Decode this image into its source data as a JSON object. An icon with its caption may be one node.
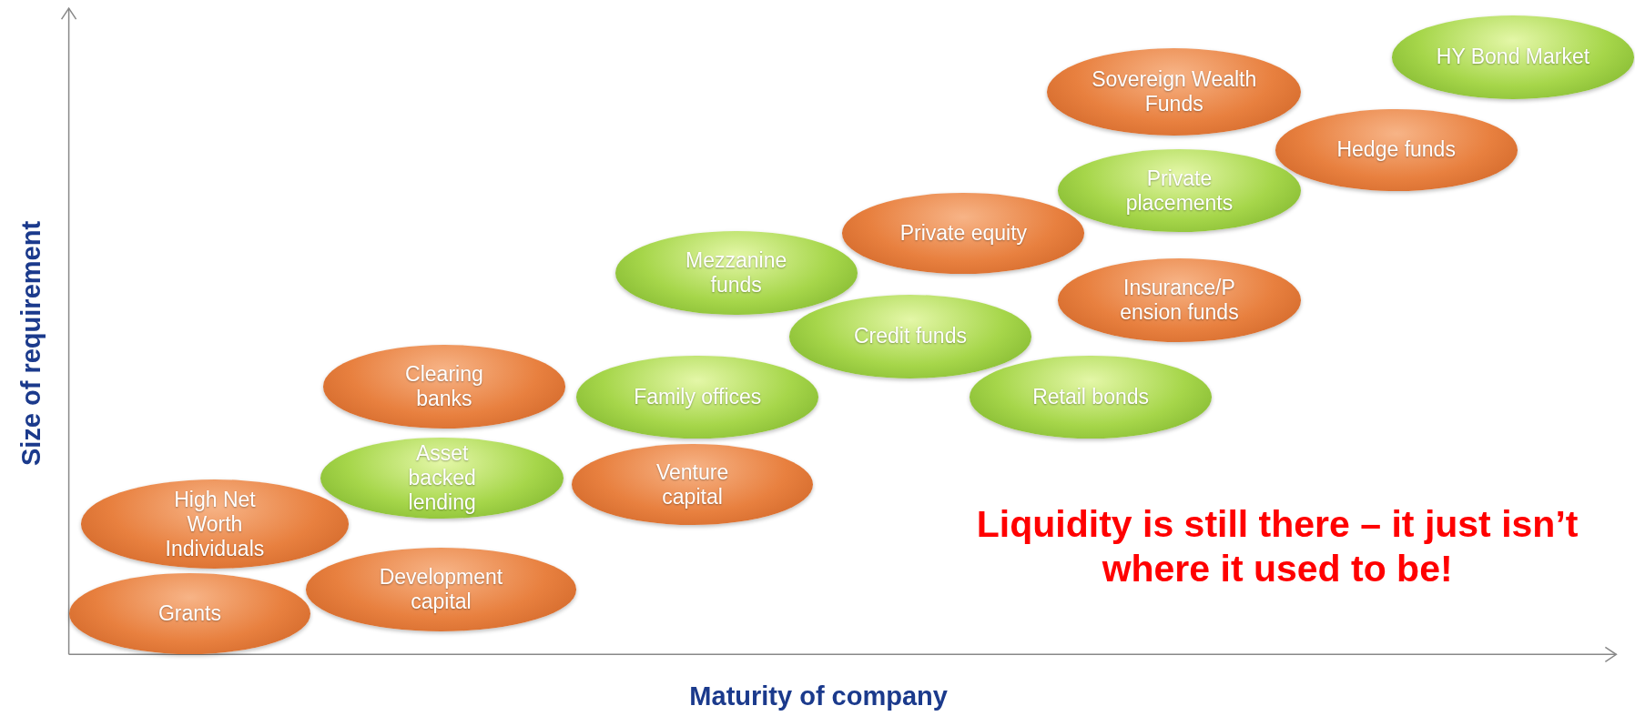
{
  "diagram": {
    "nodes": [
      {
        "text": [
          "HY Bond Market"
        ]
      },
      {
        "text": [
          "Sovereign Wealth Funds"
        ]
      },
      {
        "text": [
          "Hedge funds"
        ]
      },
      {
        "text": [
          "Private placements"
        ]
      },
      {
        "text": [
          "Private equity"
        ]
      },
      {
        "text": [
          "Mezzanine funds"
        ]
      },
      {
        "text": [
          "Insurance/P ension funds"
        ]
      },
      {
        "text": [
          "Credit funds"
        ]
      },
      {
        "text": [
          "Clearing banks"
        ]
      },
      {
        "text": [
          "Family offices"
        ]
      },
      {
        "text": [
          "Retail bonds"
        ]
      },
      {
        "text": [
          "Asset backed lending"
        ]
      },
      {
        "text": [
          "Venture capital"
        ]
      },
      {
        "text": [
          "High Net Worth Individuals"
        ]
      },
      {
        "text": [
          "Development capital"
        ]
      },
      {
        "text": [
          "Grants"
        ]
      }
    ],
    "labels": [
      "Liquidity is still there – it just isn’t where it used to be!",
      "Size of requirement",
      "Maturity of company"
    ]
  }
}
